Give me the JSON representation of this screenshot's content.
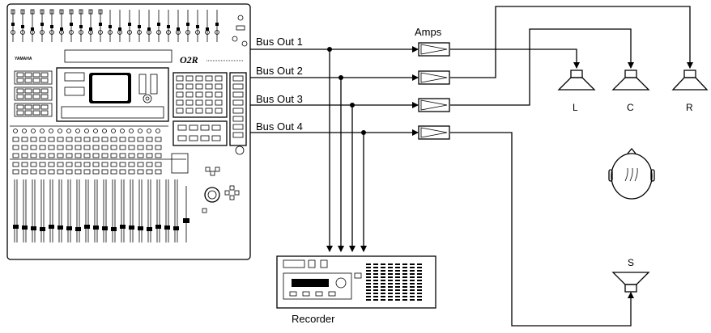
{
  "mixer": {
    "brand_label": "YAMAHA",
    "model_label": "O2R"
  },
  "bus_outputs": [
    "Bus Out 1",
    "Bus Out 2",
    "Bus Out 3",
    "Bus Out 4"
  ],
  "amps_label": "Amps",
  "speakers": [
    "L",
    "C",
    "R",
    "S"
  ],
  "recorder_label": "Recorder"
}
